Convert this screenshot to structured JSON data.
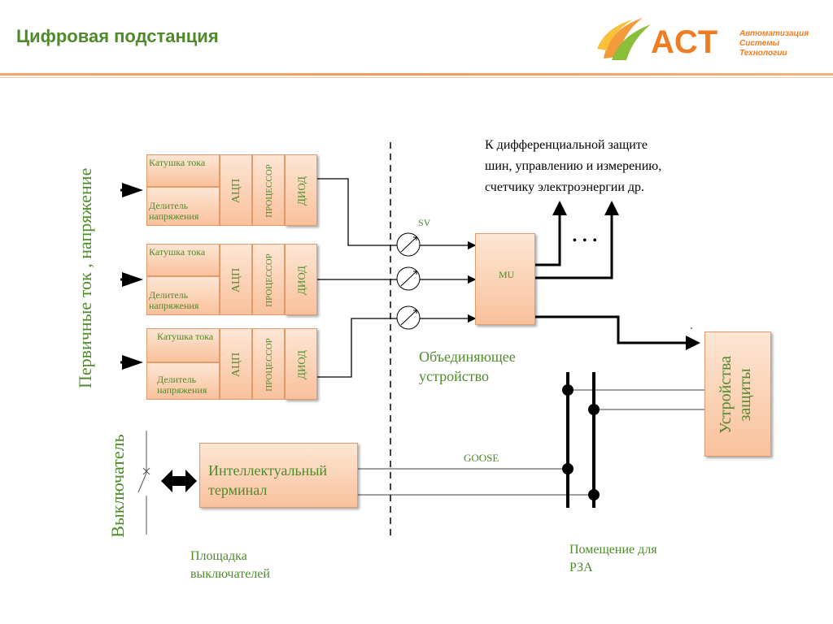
{
  "header": {
    "title": "Цифровая подстанция",
    "logo": {
      "name": "АСТ",
      "lines": [
        "Автоматизация",
        "Системы",
        "Технологии"
      ]
    }
  },
  "left_label": "Первичные ток , напряжение",
  "breaker_label": "Выключатель",
  "rows": [
    {
      "coil": "Катушка тока",
      "divider": "Делитель напряжения",
      "adc": "АЦП",
      "cpu": "ПРОЦЕССОР",
      "diode": "ДИОД"
    },
    {
      "coil": "Катушка тока",
      "divider": "Делитель напряжения",
      "adc": "АЦП",
      "cpu": "ПРОЦЕССОР",
      "diode": "ДИОД"
    },
    {
      "coil": "Катушка тока",
      "divider": "Делитель напряжения",
      "adc": "АЦП",
      "cpu": "ПРОЦЕССОР",
      "diode": "ДИОД"
    }
  ],
  "sv_label": "SV",
  "mu_label": "MU",
  "dots": "• • •",
  "top_note": [
    "К дифференциальной защите",
    "шин, управлению и измерению,",
    "счетчику электроэнергии др."
  ],
  "merging_unit_label": [
    "Объединяющее",
    "устройство"
  ],
  "protection_label": "Устройства защиты",
  "terminal_label": [
    "Интеллектуальный",
    "терминал"
  ],
  "goose_label": "GOOSE",
  "switchyard_label": [
    "Площадка",
    "выключателей"
  ],
  "rza_room_label": [
    "Помещение для",
    "РЗА"
  ],
  "colors": {
    "title": "#4e8a2a",
    "accent": "#f07c22",
    "box_fill": "#fbd1b3"
  }
}
